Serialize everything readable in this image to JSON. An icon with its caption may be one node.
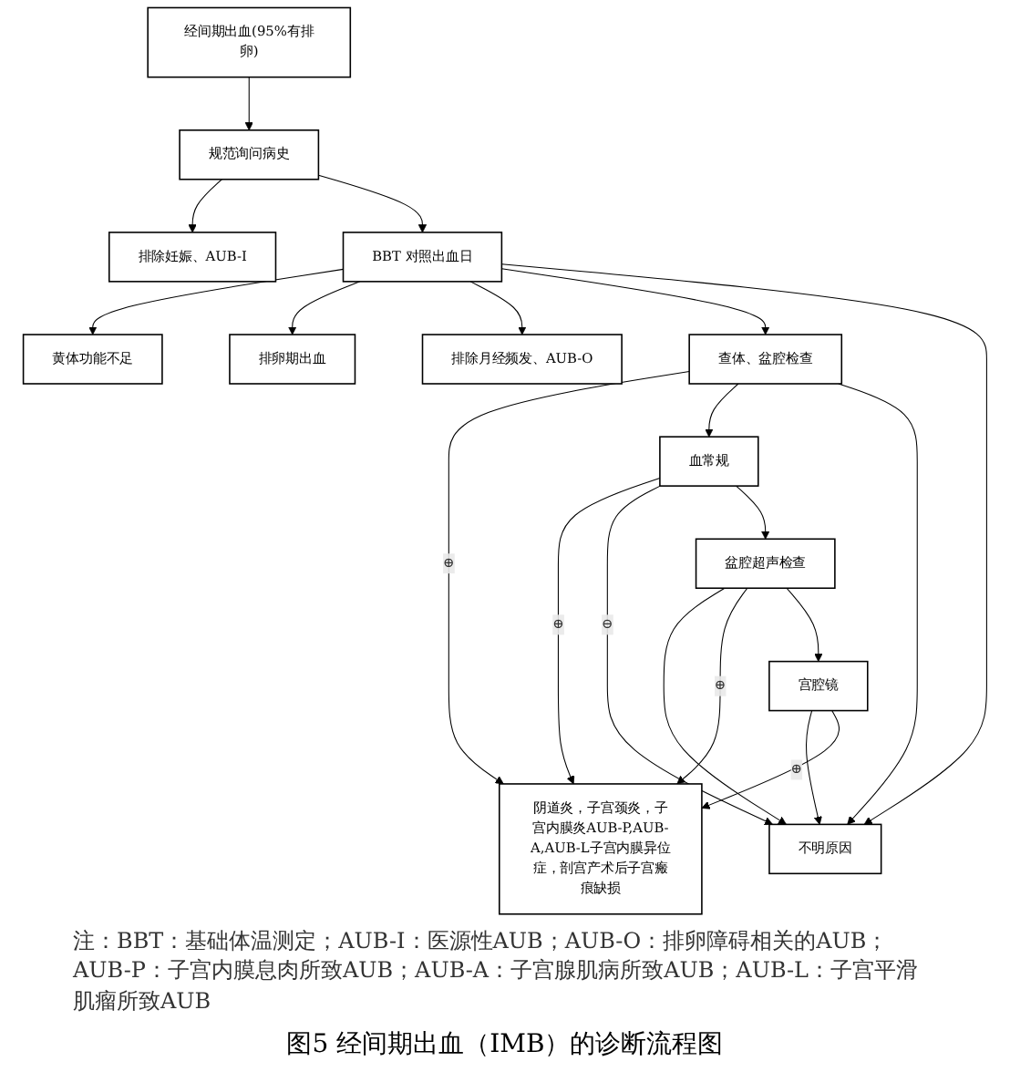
{
  "diagram": {
    "caption": "图5 经间期出血（IMB）的诊断流程图",
    "nodes": [
      {
        "text": [
          "经间期出血(95%有排卵)"
        ]
      },
      {
        "text": [
          "规范询问病史"
        ]
      },
      {
        "text": [
          "排除妊娠、AUB-I"
        ]
      },
      {
        "text": [
          "黄体功能不足"
        ]
      },
      {
        "text": [
          "排卵期出血"
        ]
      },
      {
        "text": [
          "BBT 对照出血日"
        ]
      },
      {
        "text": [
          "排除月经频发、AUB-O"
        ]
      },
      {
        "text": [
          "查体、盆腔检查"
        ]
      },
      {
        "text": [
          "不明原因"
        ]
      },
      {
        "text": [
          "血常规"
        ]
      },
      {
        "text": [
          "阴道炎，子宫颈炎，子宫内膜炎AUB-P,AUB-A,AUB-L子宫内膜异位症，剖宫产术后子宫瘢痕缺损"
        ]
      },
      {
        "text": [
          "盆腔超声检查"
        ]
      },
      {
        "text": [
          "宫腔镜"
        ]
      }
    ],
    "edges": [
      {
        "from": 0,
        "to": 1,
        "arrow": "to"
      },
      {
        "from": 1,
        "to": 2,
        "arrow": "to"
      },
      {
        "from": 1,
        "to": 5,
        "arrow": "to"
      },
      {
        "from": 5,
        "to": 3,
        "arrow": "to"
      },
      {
        "from": 5,
        "to": 4,
        "arrow": "to"
      },
      {
        "from": 5,
        "to": 6,
        "arrow": "to"
      },
      {
        "from": 5,
        "to": 7,
        "arrow": "to"
      },
      {
        "from": 7,
        "to": 10,
        "arrow": "to",
        "label": "⊕"
      },
      {
        "from": 7,
        "to": 9,
        "arrow": "to"
      },
      {
        "from": 9,
        "to": 10,
        "arrow": "to",
        "label": "⊕"
      },
      {
        "from": 5,
        "to": 8,
        "arrow": "to"
      },
      {
        "from": 7,
        "to": 8,
        "arrow": "to"
      },
      {
        "from": 9,
        "to": 8,
        "arrow": "to",
        "label": "⊖"
      },
      {
        "from": 11,
        "to": 8,
        "arrow": "to"
      },
      {
        "from": 12,
        "to": 8,
        "arrow": "to"
      },
      {
        "from": 9,
        "to": 11,
        "arrow": "to"
      },
      {
        "from": 11,
        "to": 10,
        "arrow": "to",
        "label": "⊕"
      },
      {
        "from": 11,
        "to": 12,
        "arrow": "to"
      },
      {
        "from": 12,
        "to": 10,
        "arrow": "to",
        "label": "⊕"
      }
    ],
    "labels": [
      "注：BBT：基础体温测定；AUB-I：医源性AUB；AUB-O：排卵障碍相关的AUB；AUB-P：子宫内膜息肉所致AUB；AUB-A：子宫腺肌病所致AUB；AUB-L：子宫平滑肌瘤所致AUB"
    ]
  }
}
